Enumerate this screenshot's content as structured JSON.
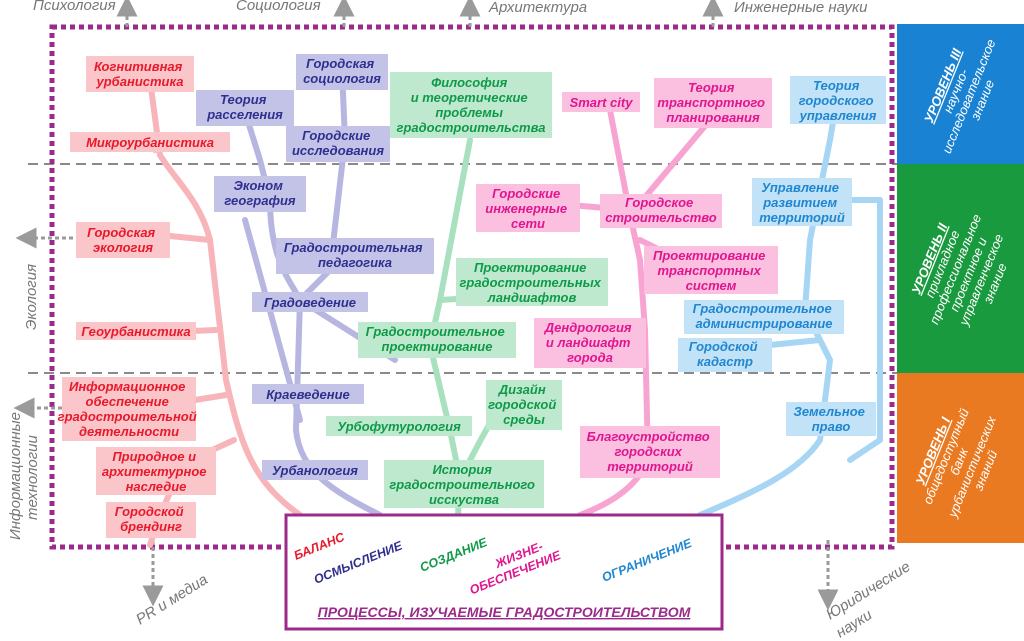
{
  "external_fields": {
    "psychology": "Психология",
    "sociology": "Социология",
    "architecture": "Архитектура",
    "engineering": "Инженерные науки",
    "ecology": "Экология",
    "it_line1": "Информационные",
    "it_line2": "технологии",
    "pr_media": "PR и медиа",
    "legal_line1": "Юридические",
    "legal_line2": "науки"
  },
  "levels": [
    {
      "title": "УРОВЕНЬ III",
      "lines": [
        "научно-",
        "исследовательское",
        "знание"
      ],
      "color": "#1a82d3"
    },
    {
      "title": "УРОВЕНЬ II",
      "lines": [
        "прикладное",
        "профессиональное",
        "проектное и",
        "управленческое",
        "знание"
      ],
      "color": "#1a9a3e"
    },
    {
      "title": "УРОВЕНЬ I",
      "lines": [
        "общедоступный",
        "банк",
        "урбанистических",
        "знаний"
      ],
      "color": "#e97a22"
    }
  ],
  "nodes": {
    "cog_urb": [
      "Когнитивная",
      "урбанистика"
    ],
    "micro_urb": [
      "Микроурбанистика"
    ],
    "urb_ecology": [
      "Городская",
      "экология"
    ],
    "geo_urb": [
      "Геоурбанистика"
    ],
    "info_support": [
      "Информационное",
      "обеспечение",
      "градостроительной",
      "деятельности"
    ],
    "nature_heritage": [
      "Природное и",
      "архитектурное",
      "наследие"
    ],
    "city_brand": [
      "Городской",
      "брендинг"
    ],
    "settlement": [
      "Теория",
      "расселения"
    ],
    "city_soc": [
      "Городская",
      "социология"
    ],
    "city_research": [
      "Городские",
      "исследования"
    ],
    "econ_geo": [
      "Эконом",
      "география"
    ],
    "urb_pedagogy": [
      "Градостроительная",
      "педагогика"
    ],
    "city_studies": [
      "Градоведение"
    ],
    "local_studies": [
      "Краеведение"
    ],
    "urbanology": [
      "Урбанология"
    ],
    "philosophy": [
      "Философия",
      "и теоретические",
      "проблемы",
      "градостроительства"
    ],
    "landscape_design": [
      "Проектирование",
      "градостроительных",
      "ландшафтов"
    ],
    "urb_design": [
      "Градостроительное",
      "проектирование"
    ],
    "urban_env": [
      "Дизайн",
      "городской",
      "среды"
    ],
    "urbofuturology": [
      "Урбофутурология"
    ],
    "art_history": [
      "История",
      "градостроительного",
      "исскуства"
    ],
    "smart_city": [
      "Smart city"
    ],
    "transport_theory": [
      "Теория",
      "транспортного",
      "планирования"
    ],
    "eng_networks": [
      "Городские",
      "инженерные",
      "сети"
    ],
    "city_building": [
      "Городское",
      "строительство"
    ],
    "transport_design": [
      "Проектирование",
      "транспортных",
      "систем"
    ],
    "dendrology": [
      "Дендрология",
      "и ландшафт",
      "города"
    ],
    "improvement": [
      "Благоустройство",
      "городских",
      "территорий"
    ],
    "gov_theory": [
      "Теория",
      "городского",
      "управления"
    ],
    "territory_mgmt": [
      "Управление",
      "развитием",
      "территорий"
    ],
    "urb_admin": [
      "Градостроительное",
      "администрирование"
    ],
    "cadastre": [
      "Городской",
      "кадастр"
    ],
    "land_law": [
      "Земельное",
      "право"
    ]
  },
  "processes": {
    "balance": "БАЛАНС",
    "understanding": "ОСМЫСЛЕНИЕ",
    "creation": "СОЗДАНИЕ",
    "life_support": [
      "ЖИЗНЕ-",
      "ОБЕСПЕЧЕНИЕ"
    ],
    "restriction": "ОГРАНИЧЕНИЕ",
    "title": "ПРОЦЕССЫ, ИЗУЧАЕМЫЕ ГРАДОСТРОИТЕЛЬСТВОМ"
  },
  "colors": {
    "red_text": "#e8192c",
    "red_fill": "#fbc6c9",
    "red_line": "#f7b4b9",
    "purple_text": "#2f2f8f",
    "purple_fill": "#c3c3e8",
    "purple_line": "#b6b6e0",
    "green_text": "#0e9a48",
    "green_fill": "#bfe9cf",
    "green_line": "#a9e0bf",
    "pink_text": "#e0168f",
    "pink_fill": "#fbbfe0",
    "pink_line": "#f8a4d2",
    "blue_text": "#1f86d0",
    "blue_fill": "#c2e2f8",
    "blue_line": "#a6d6f4",
    "frame": "#9b2a8a",
    "dash": "#8a8a8a"
  }
}
